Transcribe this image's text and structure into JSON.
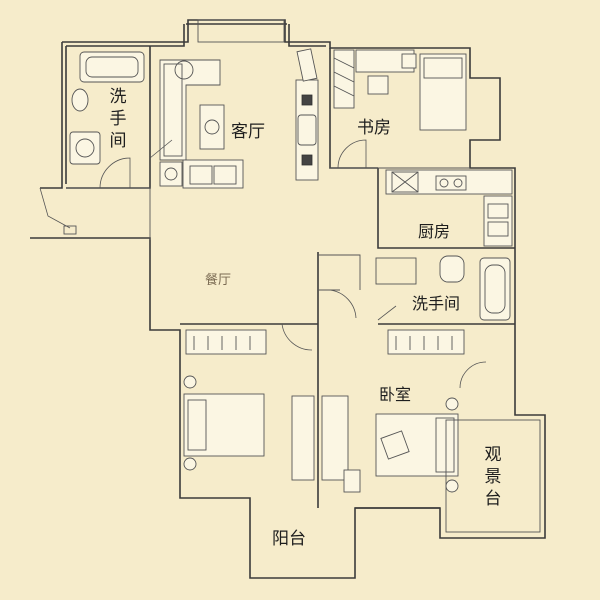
{
  "rooms": {
    "bathroom_1": "洗手间",
    "living_room": "客厅",
    "study": "书房",
    "kitchen": "厨房",
    "dining_room": "餐厅",
    "bathroom_2": "洗手间",
    "bedroom": "卧室",
    "viewing_terrace": "观景台",
    "balcony": "阳台"
  },
  "colors": {
    "background": "#f6eccb",
    "wall": "#3b3b3b",
    "text": "#1e1e1e",
    "faint_text": "#7a6a52"
  }
}
